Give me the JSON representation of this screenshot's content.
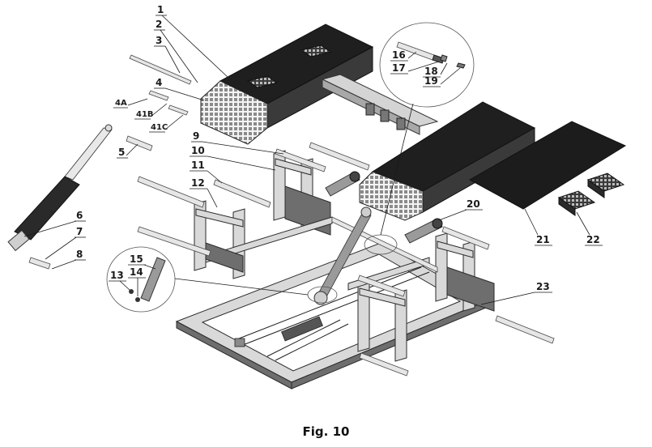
{
  "figure": {
    "caption": "Fig. 10",
    "part_numbers": [
      "1",
      "2",
      "3",
      "4",
      "4A",
      "41B",
      "41C",
      "5",
      "6",
      "7",
      "8",
      "9",
      "10",
      "11",
      "12",
      "13",
      "14",
      "15",
      "16",
      "17",
      "18",
      "19",
      "20",
      "21",
      "22",
      "23"
    ]
  },
  "colors": {
    "platform_top": "#1f1f1f",
    "frame": "#d9d9d9",
    "outline": "#1e1e1e",
    "mat": "#1c1c1c",
    "background": "#ffffff"
  }
}
